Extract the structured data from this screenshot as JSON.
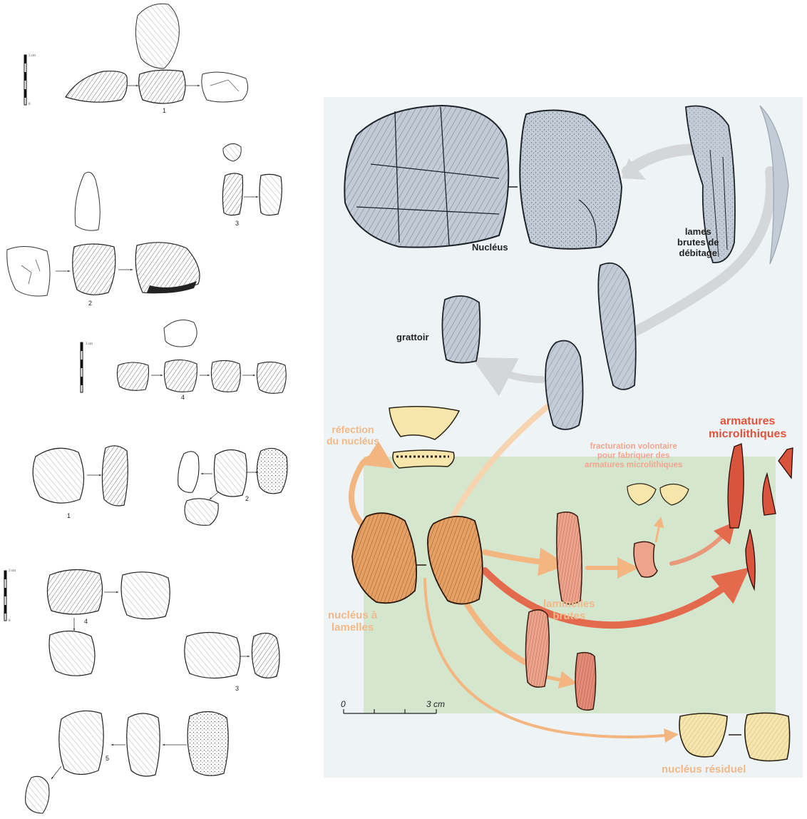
{
  "left_plate": {
    "scale_label_1": "3 cm",
    "scale_zero_1": "0",
    "scale_label_2": "3 cm",
    "scale_label_3": "3 cm",
    "scale_zero_3": "0",
    "figure_numbers_top": [
      "1",
      "2",
      "3",
      "4"
    ],
    "figure_numbers_bottom": [
      "1",
      "2",
      "4",
      "3",
      "5"
    ]
  },
  "diagram": {
    "nucleus_label": "Nucléus",
    "blades_label": "lames\nbrutes de\ndébitage",
    "scraper_label": "grattoir",
    "refection_label": "réfection\ndu nucléus",
    "bladelet_core_label": "nucléus à\nlamelles",
    "raw_bladelets_label": "lammelles\nbrutes",
    "fracturing_label": "fracturation volontaire\npour fabriquer des\narmatures microlithiques",
    "microliths_label": "armatures\nmicrolithiques",
    "residual_core_label": "nucléus résiduel",
    "scale_zero": "0",
    "scale_label": "3 cm"
  },
  "colors": {
    "blue_panel": "#eef3f6",
    "green_zone": "#d5e6cf",
    "stone_blue": "#c3ccd6",
    "stone_orange": "#e6a064",
    "stone_pink": "#eea48c",
    "stone_yellow": "#f7e6ab",
    "stone_red": "#d9543d",
    "arrow_grey": "#d4d6da",
    "arrow_orange": "#f3b680",
    "arrow_red": "#e46a4e"
  }
}
